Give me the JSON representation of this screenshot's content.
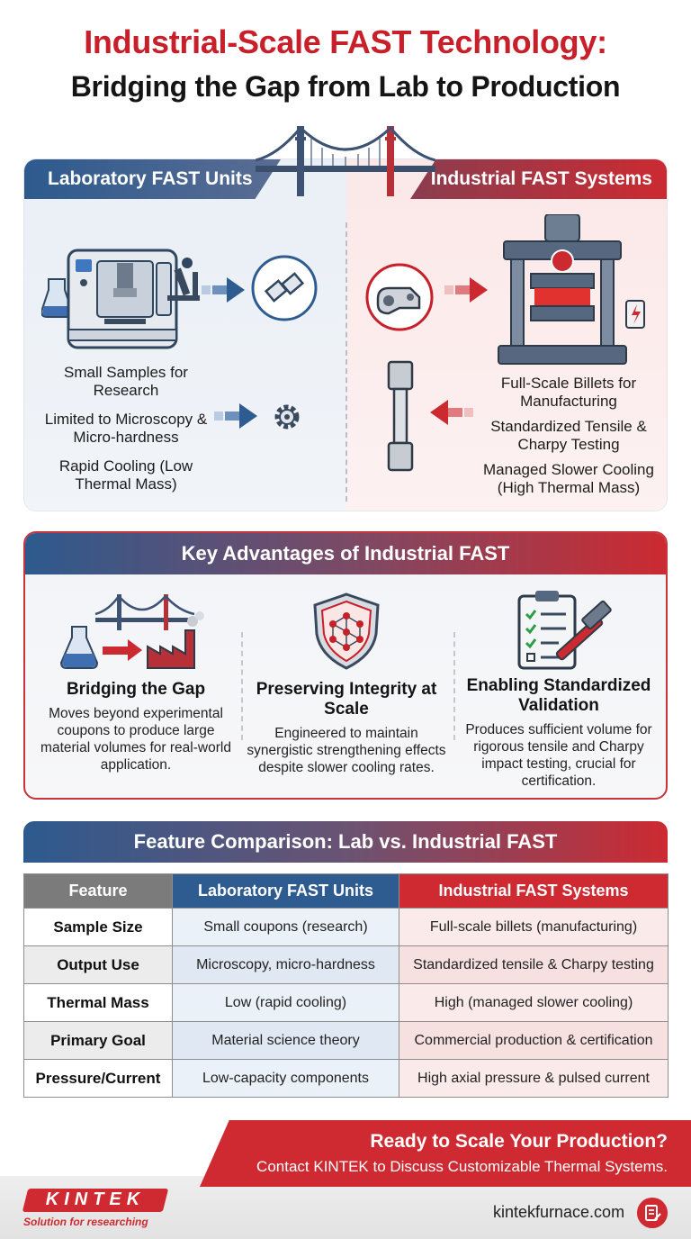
{
  "header": {
    "title_line1": "Industrial-Scale FAST Technology:",
    "title_line2": "Bridging the Gap from Lab to Production"
  },
  "comparison": {
    "lab": {
      "tab_label": "Laboratory FAST Units",
      "items": [
        {
          "text": "Small Samples for Research",
          "icon": "lab-machine-icon"
        },
        {
          "text": "Limited to Microscopy & Micro-hardness",
          "icon": "gear-icon"
        },
        {
          "text": "Rapid Cooling (Low Thermal Mass)",
          "icon": ""
        }
      ]
    },
    "industrial": {
      "tab_label": "Industrial FAST Systems",
      "items": [
        {
          "text": "Full-Scale Billets for Manufacturing",
          "icon": "press-icon"
        },
        {
          "text": "Standardized Tensile & Charpy Testing",
          "icon": "tensile-specimen-icon"
        },
        {
          "text": "Managed Slower Cooling (High Thermal Mass)",
          "icon": ""
        }
      ]
    }
  },
  "advantages": {
    "title": "Key Advantages of Industrial FAST",
    "items": [
      {
        "title": "Bridging the Gap",
        "desc": "Moves beyond experimental coupons to produce large material volumes for real-world application.",
        "icon": "bridge-factory-icon"
      },
      {
        "title": "Preserving Integrity at Scale",
        "desc": "Engineered to maintain synergistic strengthening effects despite slower cooling rates.",
        "icon": "shield-icon"
      },
      {
        "title": "Enabling Standardized Validation",
        "desc": "Produces sufficient volume for rigorous tensile and Charpy impact testing, crucial for certification.",
        "icon": "clipboard-hammer-icon"
      }
    ]
  },
  "table": {
    "title": "Feature Comparison: Lab vs. Industrial FAST",
    "headers": [
      "Feature",
      "Laboratory FAST Units",
      "Industrial FAST Systems"
    ],
    "rows": [
      [
        "Sample Size",
        "Small coupons (research)",
        "Full-scale billets (manufacturing)"
      ],
      [
        "Output Use",
        "Microscopy, micro-hardness",
        "Standardized tensile & Charpy testing"
      ],
      [
        "Thermal Mass",
        "Low (rapid cooling)",
        "High (managed slower cooling)"
      ],
      [
        "Primary Goal",
        "Material science theory",
        "Commercial production & certification"
      ],
      [
        "Pressure/Current",
        "Low-capacity components",
        "High axial pressure & pulsed current"
      ]
    ]
  },
  "cta": {
    "title": "Ready to Scale Your Production?",
    "subtitle": "Contact KINTEK to Discuss Customizable Thermal Systems."
  },
  "footer": {
    "logo_text": "KINTEK",
    "tagline": "Solution for researching",
    "website": "kintekfurnace.com"
  },
  "colors": {
    "brand_red": "#cf2a32",
    "brand_blue": "#2d5a8e",
    "neutral_gray": "#7b7b7b"
  }
}
